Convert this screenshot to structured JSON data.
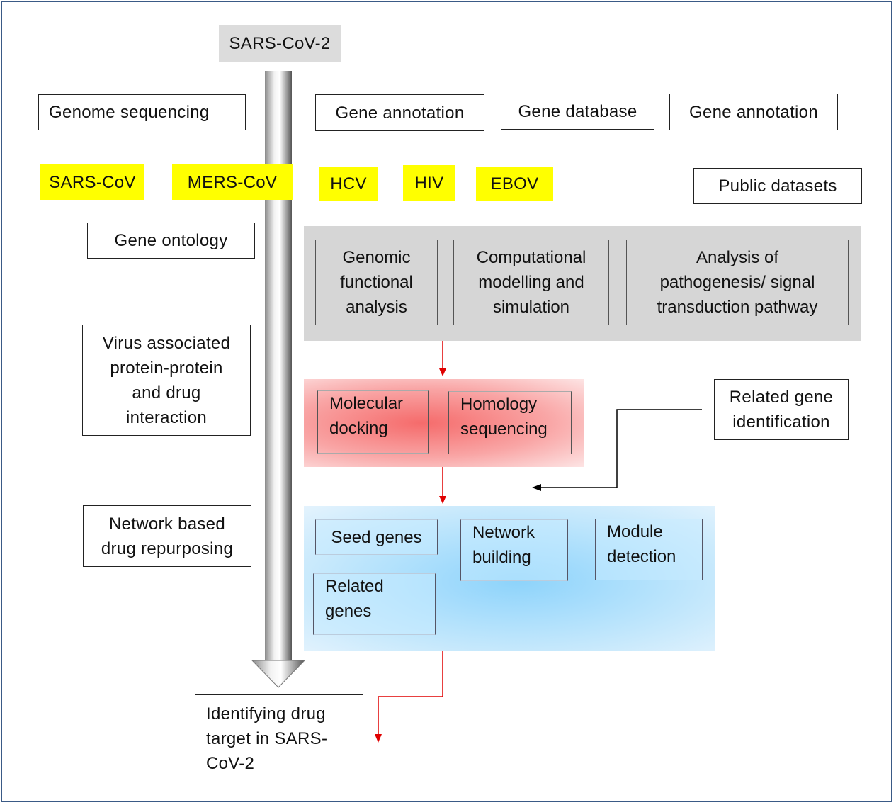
{
  "top_label": "SARS-CoV-2",
  "left_column": {
    "genome_sequencing": "Genome sequencing",
    "gene_ontology": "Gene ontology",
    "virus_ppi_lines": [
      "Virus associated",
      "protein-protein",
      "and drug",
      "interaction"
    ],
    "network_repurposing_lines": [
      "Network based",
      "drug repurposing"
    ]
  },
  "top_row": {
    "gene_annotation_1": "Gene annotation",
    "gene_database": "Gene database",
    "gene_annotation_2": "Gene annotation"
  },
  "viruses": [
    "SARS-CoV",
    "MERS-CoV",
    "HCV",
    "HIV",
    "EBOV"
  ],
  "public_datasets": "Public datasets",
  "analysis_panel": {
    "genomic_lines": [
      "Genomic",
      "functional",
      "analysis"
    ],
    "computational_lines": [
      "Computational",
      "modelling and",
      "simulation"
    ],
    "pathogenesis_lines": [
      "Analysis of",
      "pathogenesis/ signal",
      "transduction pathway"
    ]
  },
  "docking_panel": {
    "molecular_lines": [
      "Molecular",
      "docking"
    ],
    "homology_lines": [
      "Homology",
      "sequencing"
    ]
  },
  "related_gene_identification_lines": [
    "Related gene",
    "identification"
  ],
  "network_panel": {
    "seed_genes": "Seed genes",
    "network_building_lines": [
      "Network",
      "building"
    ],
    "module_detection_lines": [
      "Module",
      "detection"
    ],
    "related_genes_lines": [
      "Related",
      "genes"
    ]
  },
  "final_target_lines": [
    "Identifying drug",
    "target in SARS-",
    "CoV-2"
  ],
  "colors": {
    "highlight": "#ffff00",
    "arrow_red": "#e00000",
    "frame": "#3a5a86",
    "grey_panel": "#d6d6d6"
  }
}
